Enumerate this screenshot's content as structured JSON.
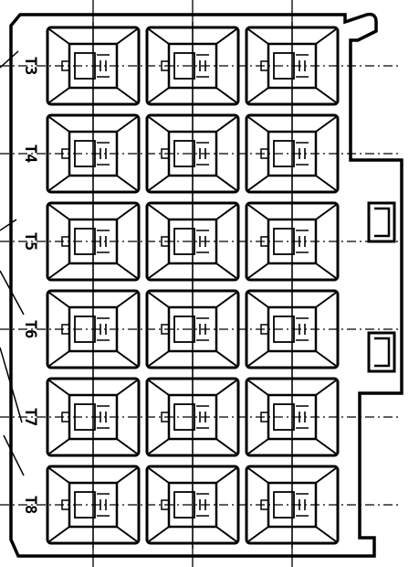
{
  "diagram": {
    "rows": [
      {
        "label": "T3",
        "cells": 3
      },
      {
        "label": "T4",
        "cells": 3
      },
      {
        "label": "T5",
        "cells": 3
      },
      {
        "label": "T6",
        "cells": 3
      },
      {
        "label": "T7",
        "cells": 3
      },
      {
        "label": "T8",
        "cells": 3
      }
    ],
    "colors": {
      "ink": "#000000",
      "paper": "#ffffff"
    }
  }
}
